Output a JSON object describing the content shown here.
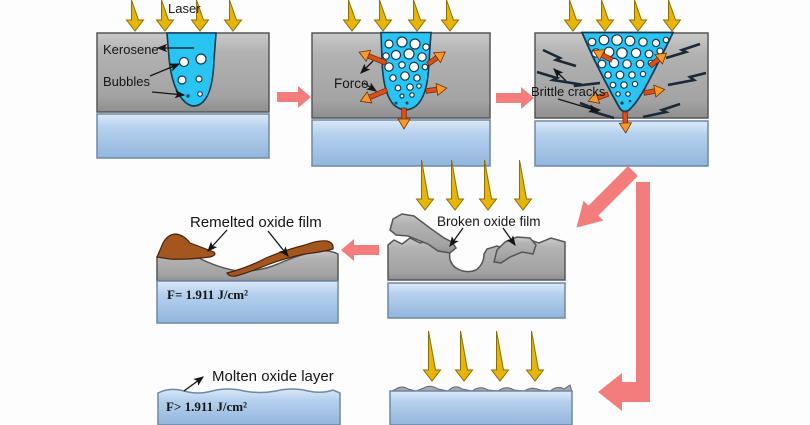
{
  "figure": {
    "labels": {
      "laser": "Laser",
      "kerosene": "Kerosene",
      "bubbles": "Bubbles",
      "force": "Force",
      "brittle_cracks": "Brittle cracks",
      "broken_oxide_film": "Broken oxide film",
      "remelted_oxide_film": "Remelted oxide film",
      "molten_oxide_layer": "Molten oxide layer",
      "fluence_equal": "F= 1.911 J/cm²",
      "fluence_greater": "F> 1.911 J/cm²"
    },
    "colors": {
      "laser_arrow": "#E7B50A",
      "laser_arrow_outline": "#8D6F00",
      "flow_arrow": "#F37C7C",
      "force_shaft": "#D94F1E",
      "force_head": "#F49A2B",
      "kerosene": "#2AC4F3",
      "metal_gray": "#ACACAC",
      "substrate_blue": "#A9C8E9",
      "oxide_brown": "#A3561E",
      "crack": "#1B2836",
      "text": "#151515"
    }
  }
}
